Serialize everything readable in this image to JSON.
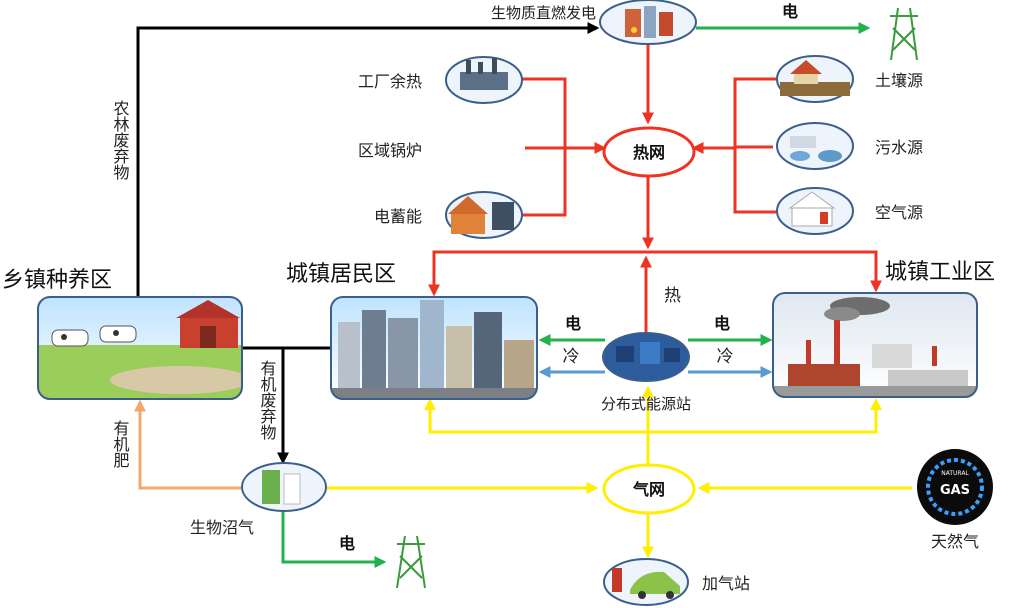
{
  "nodes": {
    "biomass_plant": "生物质直燃发电",
    "factory_heat": "工厂余热",
    "district_boiler": "区域锅炉",
    "electric_storage": "电蓄能",
    "heat_network": "热网",
    "soil_source": "土壤源",
    "sewage_source": "污水源",
    "air_source": "空气源",
    "rural_area": "乡镇种养区",
    "urban_residential": "城镇居民区",
    "urban_industrial": "城镇工业区",
    "distributed_station": "分布式能源站",
    "gas_network": "气网",
    "biogas": "生物沼气",
    "natural_gas": "天然气",
    "gas_station": "加气站",
    "natural_gas_logo_top": "NATURAL",
    "natural_gas_logo_main": "GAS"
  },
  "flows": {
    "agri_forest_waste": "农林废弃物",
    "organic_waste": "有机废弃物",
    "organic_fertilizer": "有机肥",
    "electricity_top": "电",
    "electricity_left": "电",
    "electricity_right": "电",
    "electricity_bottom": "电",
    "heat": "热",
    "cold_left": "冷",
    "cold_right": "冷"
  },
  "colors": {
    "heat": "#ee3322",
    "electricity": "#22b14c",
    "cooling": "#5b9bd5",
    "gas": "#ffee00",
    "waste": "#000000",
    "fertilizer": "#f4a76a",
    "node_border": "#3b5f8a"
  }
}
